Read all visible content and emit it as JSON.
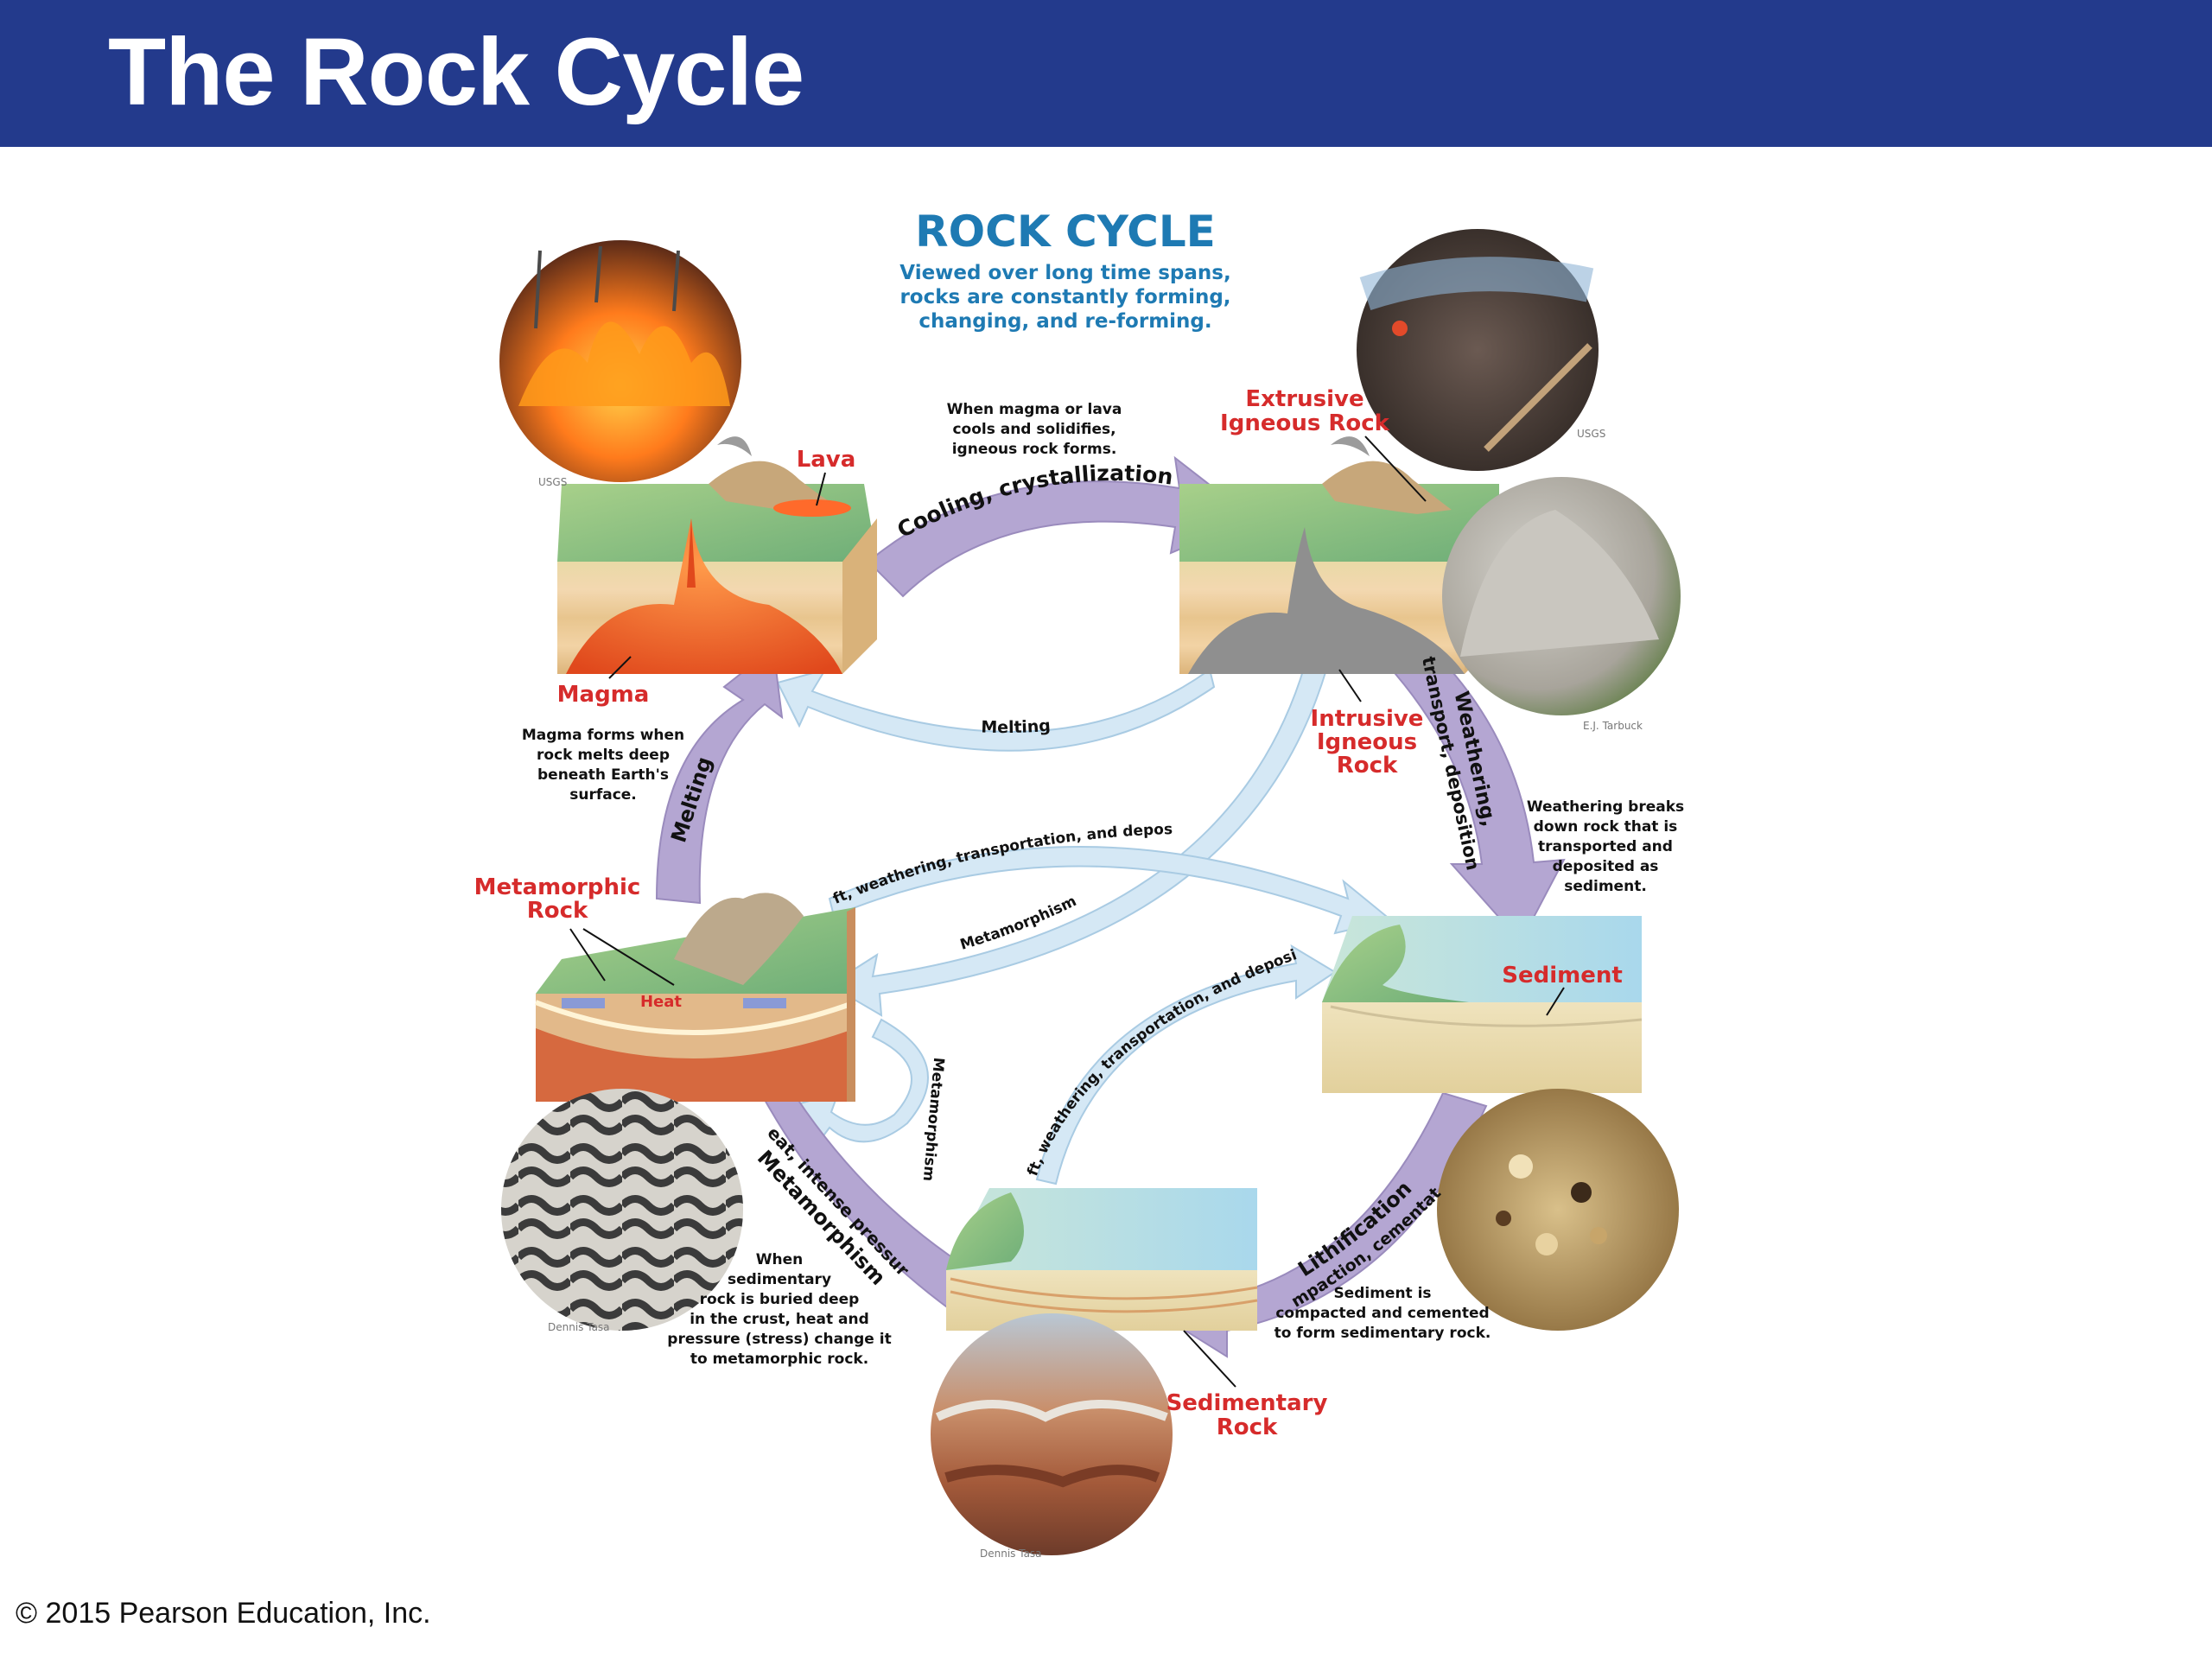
{
  "header": {
    "title": "The Rock Cycle"
  },
  "footer": {
    "copyright": "© 2015 Pearson Education, Inc."
  },
  "diagram": {
    "heading": "ROCK CYCLE",
    "subtitle": [
      "Viewed over long time spans,",
      "rocks are constantly forming,",
      "changing, and re-forming."
    ],
    "labels": {
      "lava": "Lava",
      "magma": "Magma",
      "extrusive": [
        "Extrusive",
        "Igneous Rock"
      ],
      "intrusive": [
        "Intrusive",
        "Igneous",
        "Rock"
      ],
      "metamorphic": [
        "Metamorphic",
        "Rock"
      ],
      "sediment": "Sediment",
      "sedimentary": [
        "Sedimentary",
        "Rock"
      ],
      "heat": "Heat"
    },
    "arrows": {
      "cooling": "Cooling, crystallization",
      "melting_top": "Melting",
      "melting_left": "Melting",
      "weathering": [
        "Weathering,",
        "transport, deposition"
      ],
      "uplift_upper": "Uplift, weathering, transportation, and deposition",
      "metamorphism_cross": "Metamorphism",
      "metamorphism_loop": "Metamorphism",
      "uplift_lower": "Uplift, weathering, transportation, and deposition",
      "metamorphism_main": [
        "Metamorphism",
        "(heat, intense pressure)"
      ],
      "lithification": [
        "Lithification",
        "(compaction, cementation)"
      ]
    },
    "descriptions": {
      "cooling": [
        "When magma or lava",
        "cools and solidifies,",
        "igneous rock forms."
      ],
      "magma": [
        "Magma forms when",
        "rock melts deep",
        "beneath Earth's",
        "surface."
      ],
      "weathering": [
        "Weathering breaks",
        "down rock that is",
        "transported and",
        "deposited as",
        "sediment."
      ],
      "sediment": [
        "Sediment is",
        "compacted and cemented",
        "to form sedimentary rock."
      ],
      "metamorphic": [
        "When",
        "sedimentary",
        "rock is buried deep",
        "in the crust, heat and",
        "pressure (stress) change it",
        "to metamorphic rock."
      ]
    },
    "credits": {
      "lava": "USGS",
      "extrusive": "USGS",
      "granite": "E.J. Tarbuck",
      "gneiss": "Dennis Tasa",
      "canyon": "Dennis Tasa"
    }
  },
  "colors": {
    "header": "#233a8c",
    "main_arrow": "#b4a6d2",
    "light_arrow": "#d5e8f5",
    "heading_blue": "#1e7ab3",
    "label_red": "#d62b2b"
  },
  "icons": {
    "photo_lava": "lava-photo-icon",
    "photo_basalt": "basalt-photo-icon",
    "photo_granite": "granite-photo-icon",
    "photo_gneiss": "gneiss-photo-icon",
    "photo_sand": "sand-photo-icon",
    "photo_canyon": "canyon-photo-icon"
  }
}
